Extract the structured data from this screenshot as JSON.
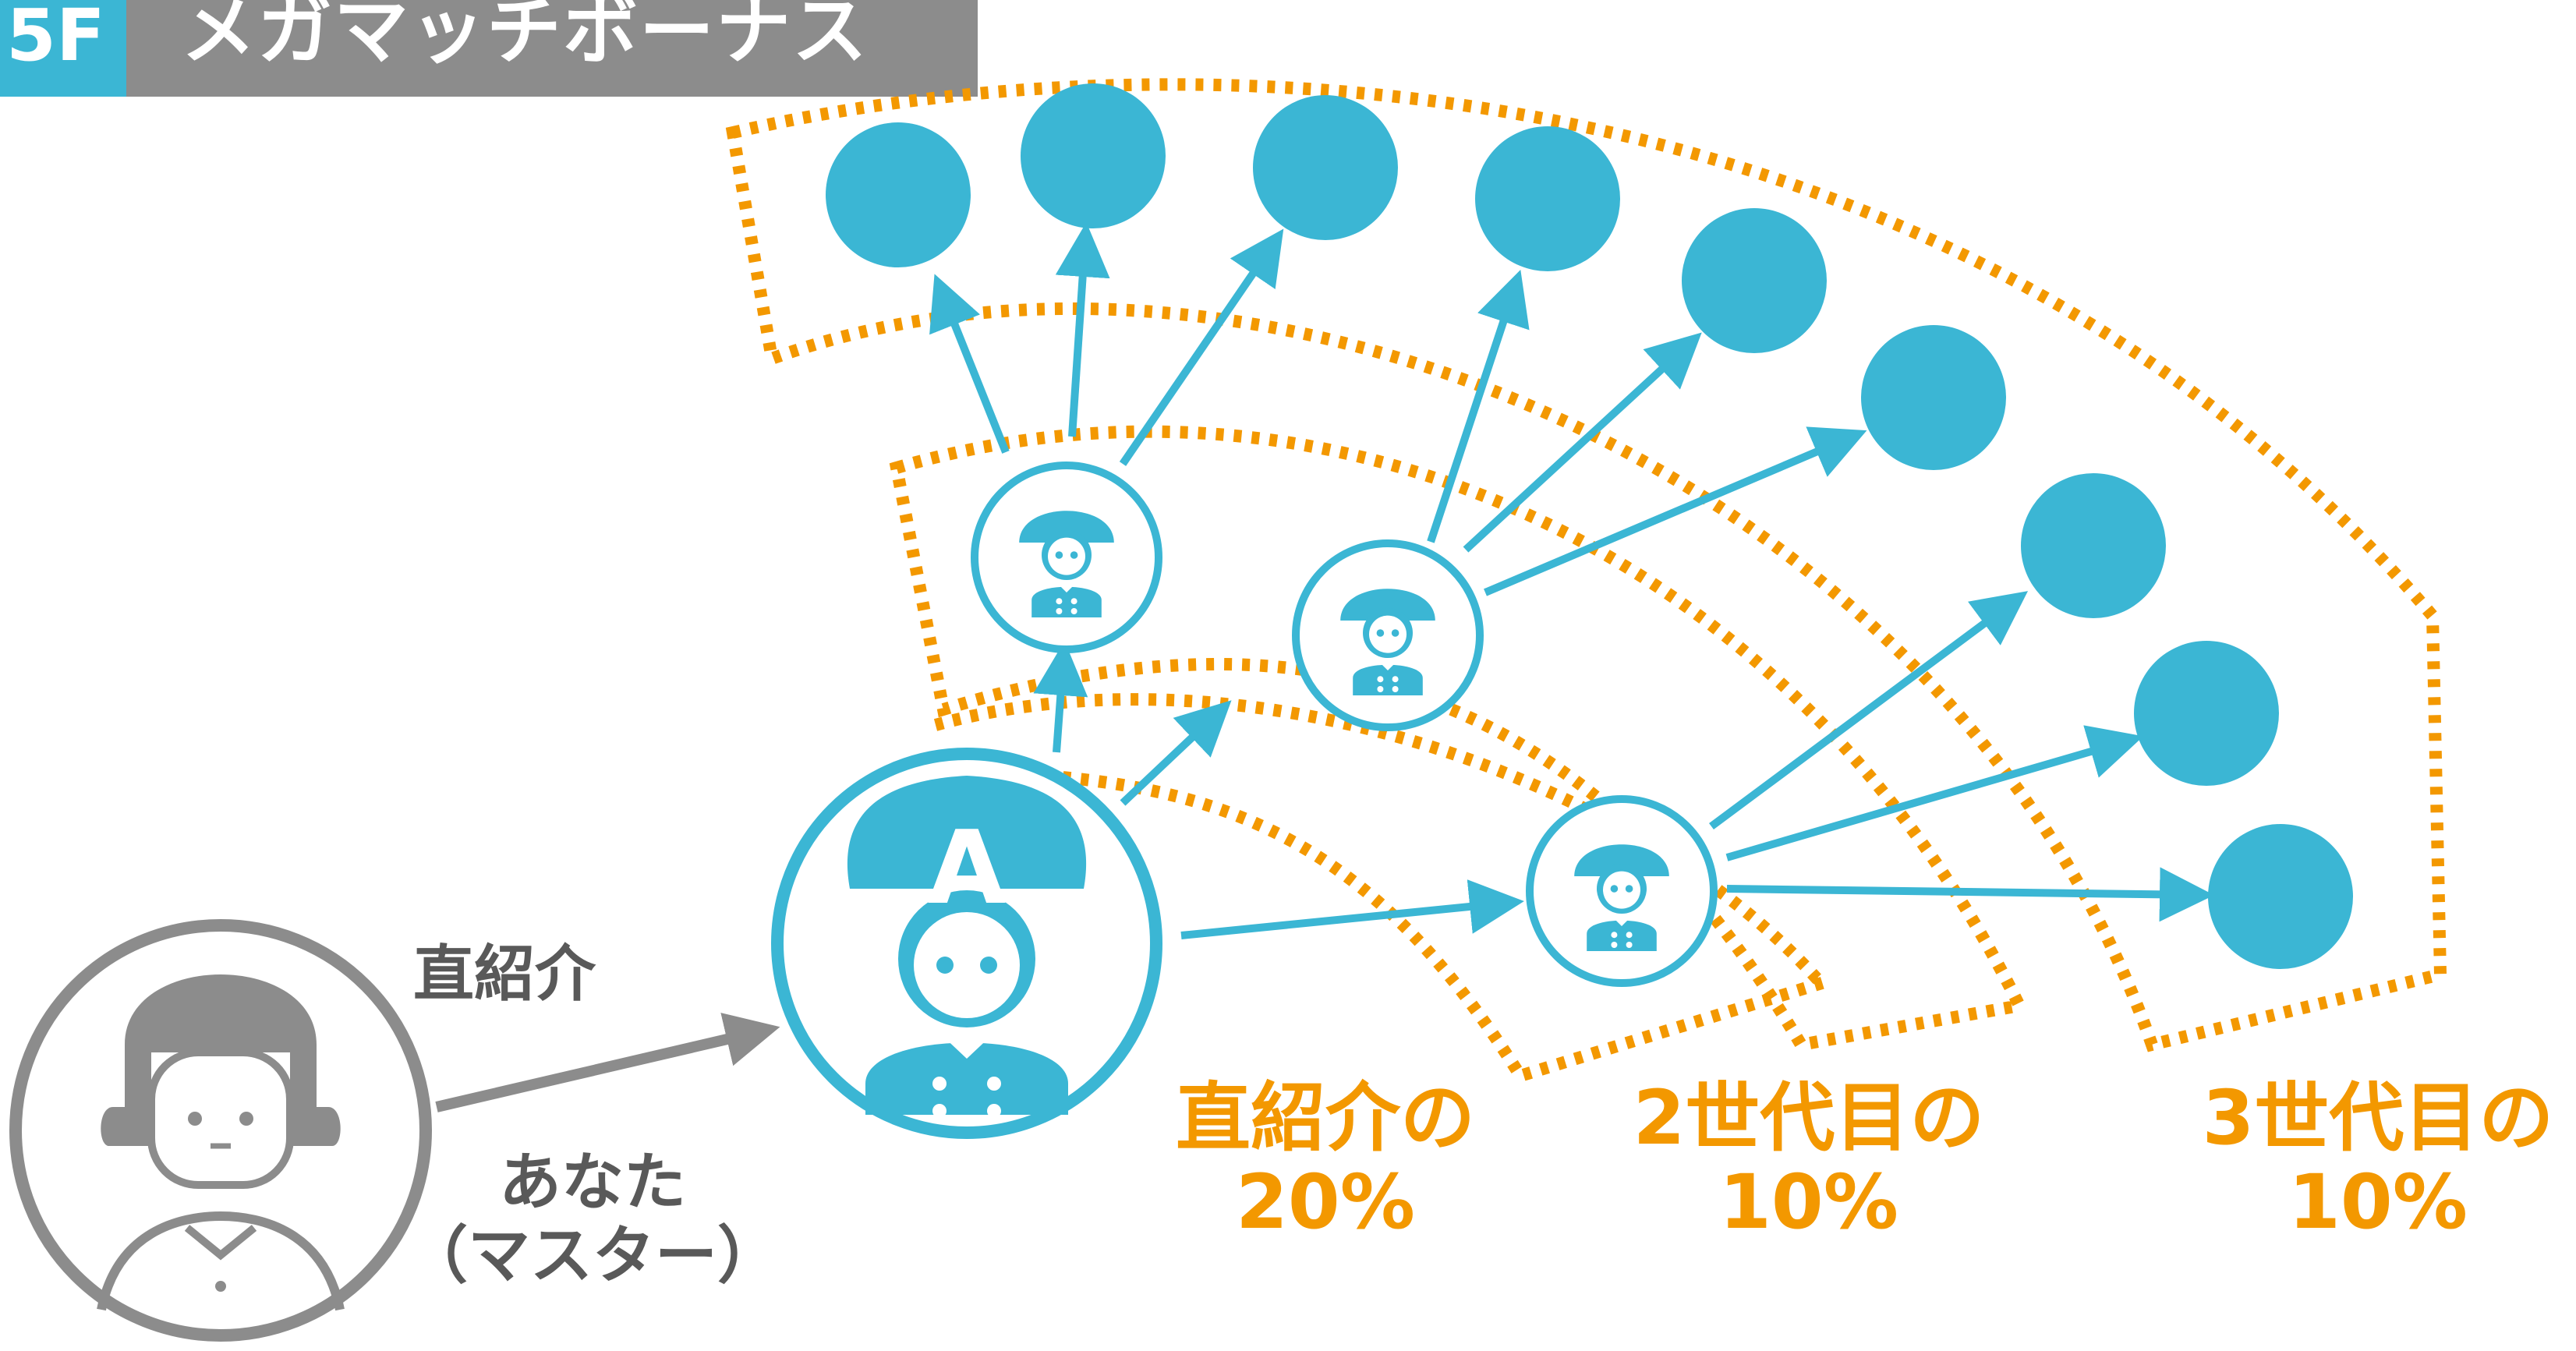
{
  "header": {
    "number": "5F",
    "title": "メガマッチボーナス"
  },
  "labels": {
    "direct": "直紹介",
    "you_line1": "あなた",
    "you_line2": "（マスター）",
    "avatar_letter": "A",
    "tier1_line1": "直紹介の",
    "tier1_line2": "20%",
    "tier2_line1": "2世代目の",
    "tier2_line2": "10%",
    "tier3_line1": "3世代目の",
    "tier3_line2": "10%"
  },
  "colors": {
    "blue": "#3bb6d4",
    "grey": "#8c8c8c",
    "orange": "#f39800",
    "dark": "#595959"
  },
  "icons": {
    "you": "girl-person-icon",
    "direct": "captain-person-icon",
    "child": "mushroom-person-icon",
    "node": "circle-node"
  }
}
